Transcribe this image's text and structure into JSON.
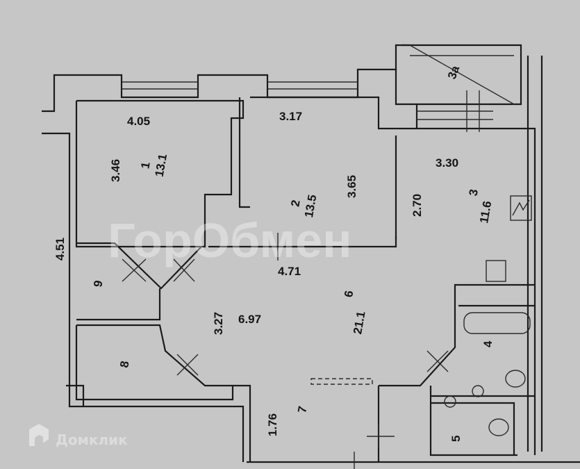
{
  "plan": {
    "rooms": [
      {
        "number": "1",
        "area": "13.1",
        "width": "4.05",
        "depth": "3.46"
      },
      {
        "number": "2",
        "area": "13.5",
        "width": "3.17",
        "depth": "3.65"
      },
      {
        "number": "3",
        "area": "11.6",
        "width": "3.30",
        "depth": "2.70"
      },
      {
        "number": "3а"
      },
      {
        "number": "4"
      },
      {
        "number": "5"
      },
      {
        "number": "6",
        "area": "21.1",
        "width": "6.97",
        "depth": "3.27",
        "span": "4.71"
      },
      {
        "number": "7",
        "depth": "1.76"
      },
      {
        "number": "8"
      },
      {
        "number": "9"
      }
    ],
    "side_dimension": "4.51"
  },
  "watermark": "ГорОбмен",
  "logo": "Домклик"
}
